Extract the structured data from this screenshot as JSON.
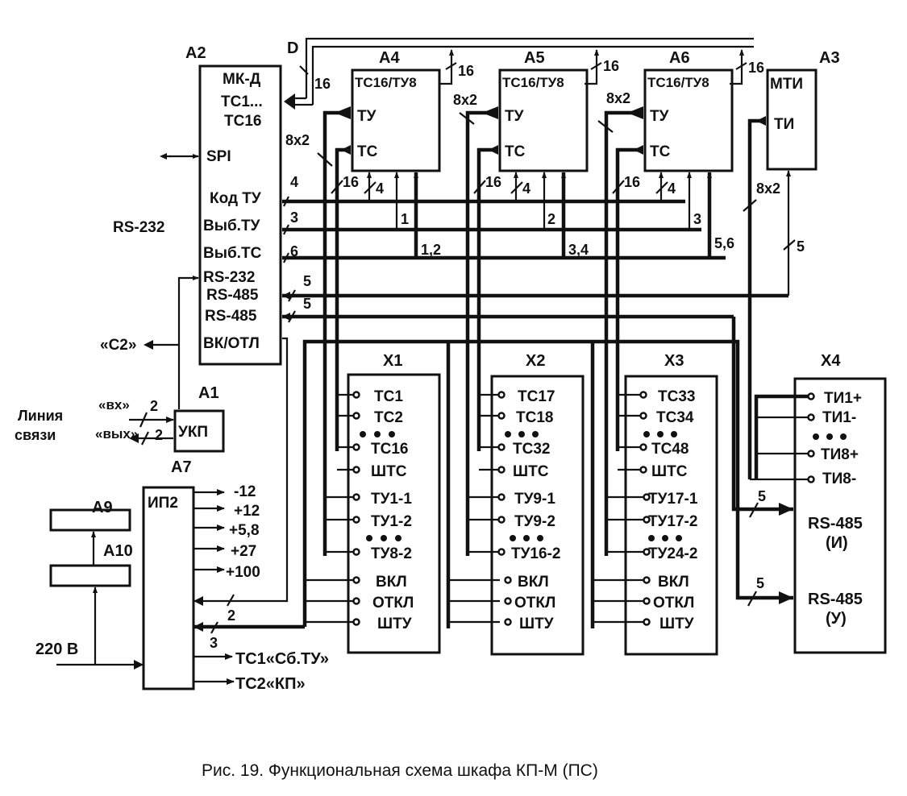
{
  "caption": "Рис. 19. Функциональная схема шкафа КП-М (ПС)",
  "bus": {
    "label": "D",
    "width": "16"
  },
  "blocks": {
    "a2": {
      "id": "A2",
      "title": "МК-Д",
      "ports": [
        "ТС1...",
        "ТС16",
        "SPI",
        "Код ТУ",
        "Выб.ТУ",
        "Выб.ТС",
        "RS-232",
        "RS-485",
        "RS-485",
        "ВК/ОТЛ"
      ],
      "left_label": "RS-232"
    },
    "a4": {
      "id": "A4",
      "title": "ТС16/ТУ8",
      "ports": [
        "ТУ",
        "ТС"
      ]
    },
    "a5": {
      "id": "A5",
      "title": "ТС16/ТУ8",
      "ports": [
        "ТУ",
        "ТС"
      ]
    },
    "a6": {
      "id": "A6",
      "title": "ТС16/ТУ8",
      "ports": [
        "ТУ",
        "ТС"
      ]
    },
    "a3": {
      "id": "A3",
      "title": "МТИ",
      "ports": [
        "ТИ"
      ]
    },
    "a1": {
      "id": "A1",
      "title": "УКП",
      "below": "A7"
    },
    "a9": {
      "id": "A9"
    },
    "a10": {
      "id": "A10"
    },
    "ip2": {
      "title": "ИП2",
      "outputs": [
        "-12",
        "+12",
        "+5,8",
        "+27",
        "+100"
      ],
      "signals": [
        "ТС1«Сб.ТУ»",
        "ТС2«КП»"
      ]
    }
  },
  "line": {
    "label1": "Линия",
    "label2": "связи",
    "in": "«вх»",
    "out": "«вых»",
    "in_n": "2",
    "out_n": "2"
  },
  "c2": "«С2»",
  "power_in": "220 В",
  "wire_labels": {
    "kod_tu": "4",
    "vyb_tu": "3",
    "vyb_tc": "6",
    "rs485a": "5",
    "rs485b": "5",
    "a4_tu": "8x2",
    "a5_tu": "8x2",
    "a6_tu": "8x2",
    "a3_ti": "8x2",
    "a4_tc": "16",
    "a5_tc": "16",
    "a6_tc": "16",
    "a4_kod": "4",
    "a5_kod": "4",
    "a6_kod": "4",
    "a4_bus": "16",
    "a5_bus": "16",
    "a6_bus": "16",
    "a2_bus": "16",
    "a4_sel_tu": "1",
    "a5_sel_tu": "2",
    "a6_sel_tu": "3",
    "a4_sel_tc": "1,2",
    "a5_sel_tc": "3,4",
    "a6_sel_tc": "5,6",
    "a3_rs": "5",
    "x4_rs_i": "5",
    "x4_rs_u": "5",
    "ip2_2": "2",
    "ip2_3": "3"
  },
  "connectors": {
    "x1": {
      "id": "X1",
      "pins": [
        "ТС1",
        "ТС2",
        "ТС16",
        "ШТС",
        "ТУ1-1",
        "ТУ1-2",
        "ТУ8-2",
        "ВКЛ",
        "ОТКЛ",
        "ШТУ"
      ]
    },
    "x2": {
      "id": "X2",
      "pins": [
        "ТС17",
        "ТС18",
        "ТС32",
        "ШТС",
        "ТУ9-1",
        "ТУ9-2",
        "ТУ16-2",
        "ВКЛ",
        "ОТКЛ",
        "ШТУ"
      ]
    },
    "x3": {
      "id": "X3",
      "pins": [
        "ТС33",
        "ТС34",
        "ТС48",
        "ШТС",
        "ТУ17-1",
        "ТУ17-2",
        "ТУ24-2",
        "ВКЛ",
        "ОТКЛ",
        "ШТУ"
      ]
    },
    "x4": {
      "id": "X4",
      "pins": [
        "ТИ1+",
        "ТИ1-",
        "ТИ8+",
        "ТИ8-"
      ],
      "rs_i": "RS-485",
      "rs_i_sub": "(И)",
      "rs_u": "RS-485",
      "rs_u_sub": "(У)"
    }
  }
}
